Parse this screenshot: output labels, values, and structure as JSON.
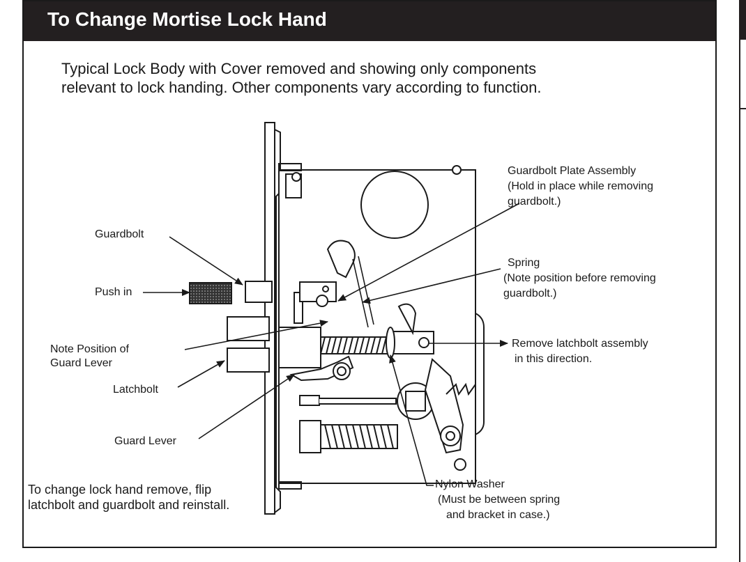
{
  "title": "To Change Mortise Lock Hand",
  "intro": "Typical Lock Body with Cover removed and showing only components relevant to lock handing. Other components vary according to function.",
  "labels": {
    "guardbolt": "Guardbolt",
    "push_in": "Push in",
    "note_position_line1": "Note Position of",
    "note_position_line2": "Guard Lever",
    "latchbolt": "Latchbolt",
    "guard_lever": "Guard Lever",
    "plate_line1": "Guardbolt Plate Assembly",
    "plate_line2": "(Hold in place while removing",
    "plate_line3": "guardbolt.)",
    "spring_line1": "Spring",
    "spring_line2": "(Note position before removing",
    "spring_line3": "guardbolt.)",
    "remove_line1": "Remove latchbolt assembly",
    "remove_line2": "in this direction.",
    "washer_line1": "Nylon Washer",
    "washer_line2": "(Must be between spring",
    "washer_line3": "and bracket in case.)"
  },
  "footnote": "To change lock hand remove, flip latchbolt and guardbolt and reinstall."
}
